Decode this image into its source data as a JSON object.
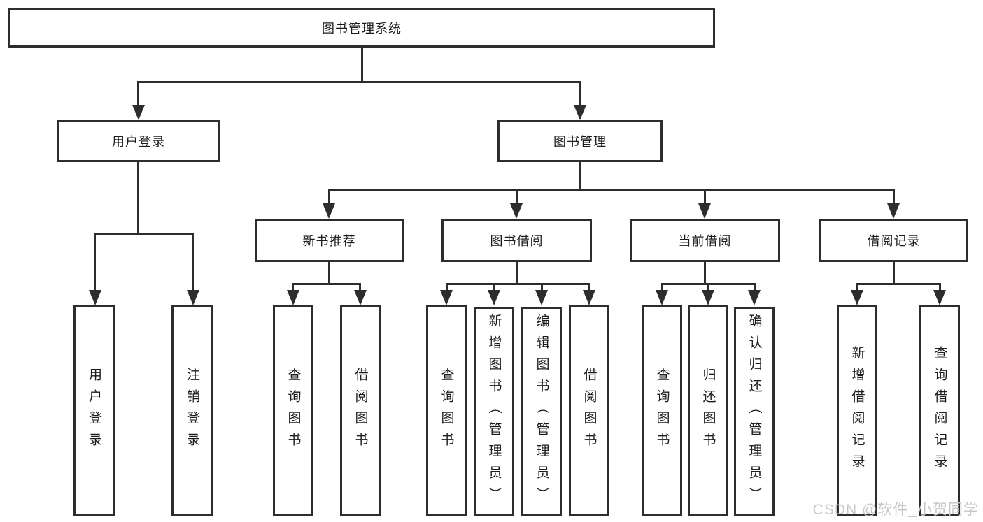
{
  "nodes": {
    "root": {
      "label": "图书管理系统"
    },
    "level2": [
      {
        "id": "user-login",
        "label": "用户登录"
      },
      {
        "id": "book-management",
        "label": "图书管理"
      }
    ],
    "level3": [
      {
        "id": "new-book-recommend",
        "label": "新书推荐"
      },
      {
        "id": "book-borrow",
        "label": "图书借阅"
      },
      {
        "id": "current-borrow",
        "label": "当前借阅"
      },
      {
        "id": "borrow-records",
        "label": "借阅记录"
      }
    ],
    "leaves": [
      {
        "parent": "user-login",
        "label": "用户登录"
      },
      {
        "parent": "user-login",
        "label": "注销登录"
      },
      {
        "parent": "new-book-recommend",
        "label": "查询图书"
      },
      {
        "parent": "new-book-recommend",
        "label": "借阅图书"
      },
      {
        "parent": "book-borrow",
        "label": "查询图书"
      },
      {
        "parent": "book-borrow",
        "label": "新增图书（管理员）"
      },
      {
        "parent": "book-borrow",
        "label": "编辑图书（管理员）"
      },
      {
        "parent": "book-borrow",
        "label": "借阅图书"
      },
      {
        "parent": "current-borrow",
        "label": "查询图书"
      },
      {
        "parent": "current-borrow",
        "label": "归还图书"
      },
      {
        "parent": "current-borrow",
        "label": "确认归还（管理员）"
      },
      {
        "parent": "borrow-records",
        "label": "新增借阅记录"
      },
      {
        "parent": "borrow-records",
        "label": "查询借阅记录"
      }
    ]
  },
  "watermark": {
    "text": "CSDN @软件_小贺同学",
    "color": "#c7c7c7"
  },
  "colors": {
    "background": "#ffffff",
    "box_border": "#2d2d2d",
    "connector": "#2d2d2d",
    "text": "#1c1c1c"
  }
}
